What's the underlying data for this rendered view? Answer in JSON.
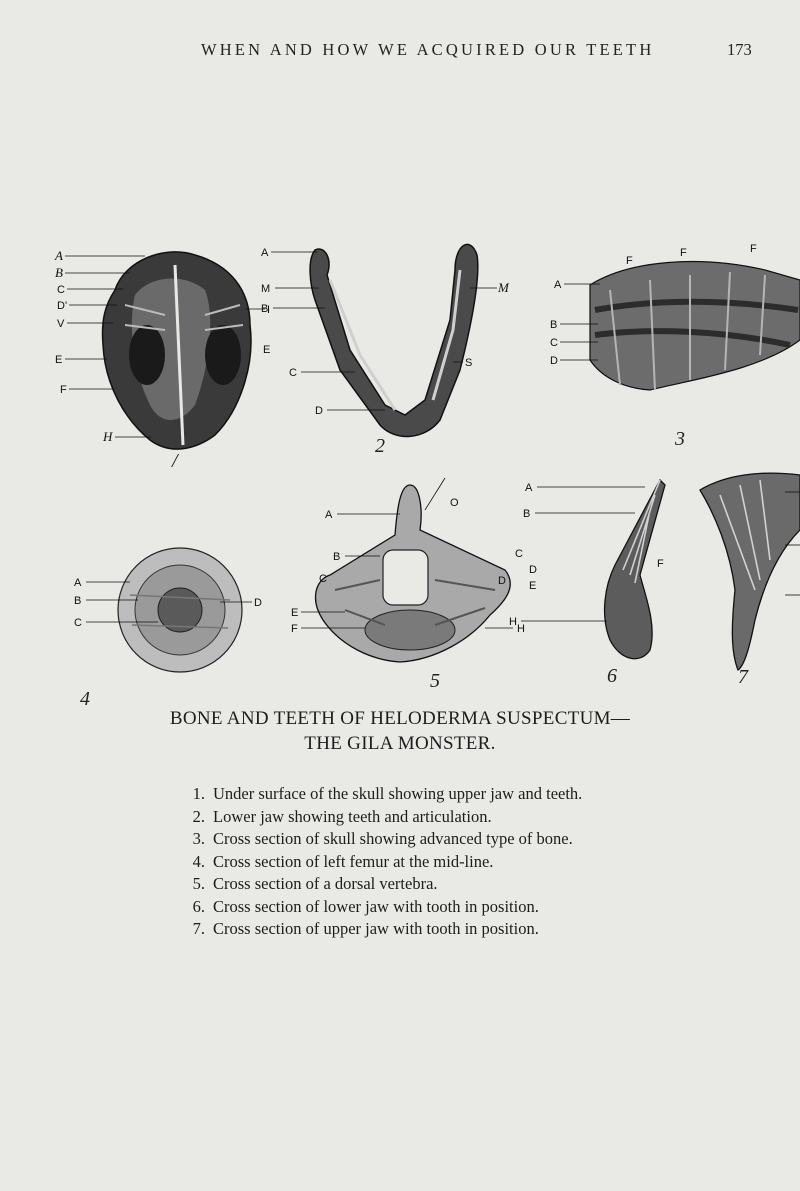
{
  "header": {
    "running_title": "WHEN AND HOW WE ACQUIRED OUR TEETH",
    "page_number": "173"
  },
  "figures": [
    {
      "number": "/",
      "labels": [
        "A",
        "B",
        "C",
        "D'",
        "V",
        "E",
        "F",
        "H",
        "I"
      ]
    },
    {
      "number": "2",
      "labels": [
        "A",
        "M",
        "B",
        "C",
        "D",
        "E",
        "M",
        "S"
      ]
    },
    {
      "number": "3",
      "labels": [
        "A",
        "B",
        "C",
        "D",
        "F",
        "F",
        "F"
      ]
    },
    {
      "number": "4",
      "labels": [
        "A",
        "B",
        "C",
        "D"
      ]
    },
    {
      "number": "5",
      "labels": [
        "A",
        "B",
        "C",
        "D",
        "E",
        "F",
        "O",
        "H"
      ]
    },
    {
      "number": "6",
      "labels": [
        "A",
        "B",
        "C",
        "D",
        "E",
        "F",
        "H"
      ]
    },
    {
      "number": "7",
      "labels": []
    }
  ],
  "caption": {
    "title_line1": "BONE AND TEETH OF HELODERMA SUSPECTUM—",
    "title_line2": "THE GILA MONSTER.",
    "items": [
      {
        "num": "1.",
        "text": "Under surface of the skull showing upper jaw and teeth."
      },
      {
        "num": "2.",
        "text": "Lower jaw showing teeth and articulation."
      },
      {
        "num": "3.",
        "text": "Cross section of skull showing advanced type of bone."
      },
      {
        "num": "4.",
        "text": "Cross section of left femur at the mid-line."
      },
      {
        "num": "5.",
        "text": "Cross section of a dorsal vertebra."
      },
      {
        "num": "6.",
        "text": "Cross section of lower jaw with tooth in position."
      },
      {
        "num": "7.",
        "text": "Cross section of upper jaw with tooth in position."
      }
    ]
  },
  "colors": {
    "paper": "#e9e9e6",
    "ink": "#1d1d1d"
  }
}
